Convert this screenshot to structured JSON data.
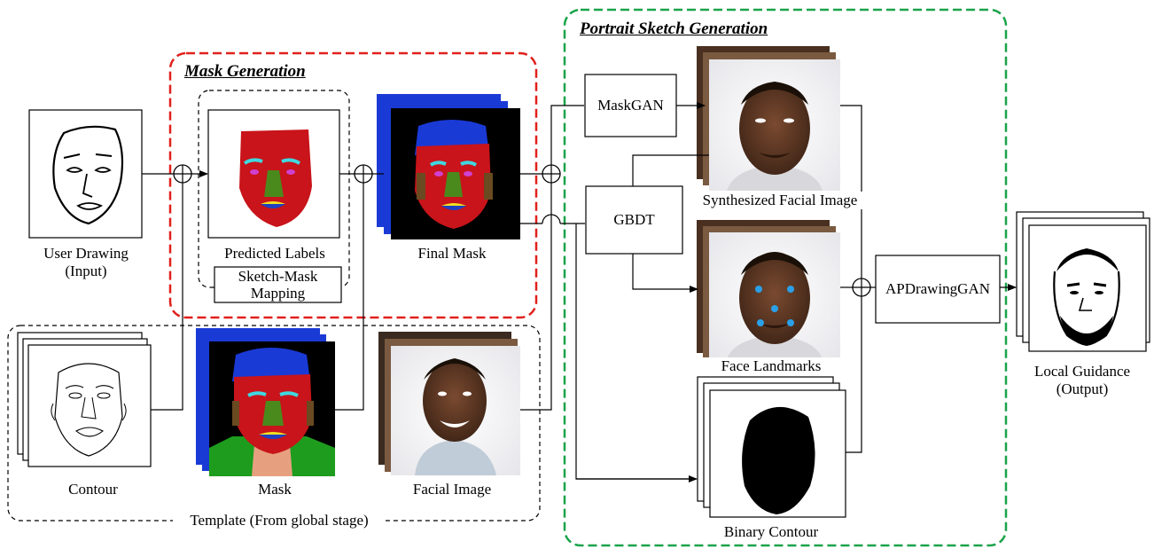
{
  "sections": {
    "mask_generation": "Mask Generation",
    "portrait_sketch_generation": "Portrait Sketch Generation",
    "template": "Template (From global stage)"
  },
  "inputs": {
    "user_drawing": "User Drawing",
    "user_drawing_sub": "(Input)"
  },
  "mask_gen": {
    "predicted_labels": "Predicted Labels",
    "sketch_mask_mapping_1": "Sketch-Mask",
    "sketch_mask_mapping_2": "Mapping",
    "final_mask": "Final Mask"
  },
  "template": {
    "contour": "Contour",
    "mask": "Mask",
    "facial_image": "Facial Image"
  },
  "sketch_gen": {
    "maskgan": "MaskGAN",
    "gbdt": "GBDT",
    "synthesized_facial_image": "Synthesized Facial Image",
    "face_landmarks": "Face Landmarks",
    "binary_contour": "Binary Contour",
    "apdrawinggan": "APDrawingGAN"
  },
  "output": {
    "local_guidance": "Local Guidance",
    "local_guidance_sub": "(Output)"
  },
  "colors": {
    "mask_region_red": "#e00000",
    "mask_generation_border": "#e0201c",
    "portrait_sketch_border": "#1aa34a",
    "mask_face": "#c8141a",
    "mask_hair": "#1a3ad6",
    "mask_neck": "#1e9c1e",
    "mask_skin_side": "#e6a080",
    "mask_nose": "#4a8a1c",
    "mask_brow": "#40d8e0",
    "mask_eye": "#d040d0",
    "mask_lip_upper": "#f0e020",
    "mask_lip_lower": "#2040c0",
    "skin_tone": "#5a3422",
    "landmark_dot": "#2aa0e8"
  },
  "icons": [
    "plus-circle-icon",
    "arrow-icon"
  ]
}
